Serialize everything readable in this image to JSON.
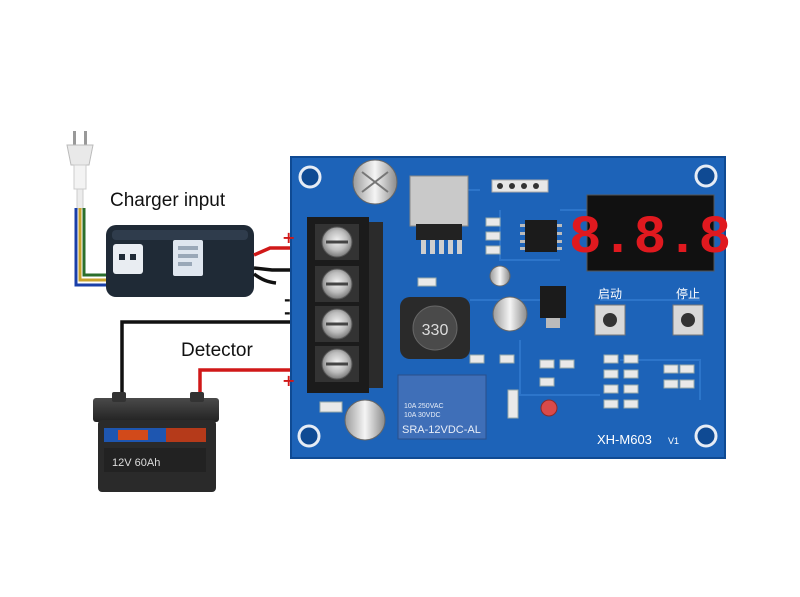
{
  "labels": {
    "charger_input": "Charger input",
    "detector": "Detector"
  },
  "board": {
    "inductor_marking": "330",
    "relay_line1": "10A 250VAC",
    "relay_line2": "10A 30VDC",
    "relay_model": "SRA-12VDC-AL",
    "model": "XH-M603",
    "version": "V1",
    "start_button_label": "启动",
    "stop_button_label": "停止",
    "display_value": "8.8.8"
  },
  "battery": {
    "label": "12V 60Ah"
  },
  "terminal_polarity": {
    "charger_positive": "+",
    "charger_negative": "-",
    "battery_negative": "-",
    "battery_positive": "+"
  },
  "colors": {
    "board": "#1d63b8",
    "board_edge": "#0f4a93",
    "display_digits": "#e0191f",
    "terminal_block": "#1b1b1b",
    "wire_red": "#d01818",
    "wire_black": "#111111",
    "wire_blue": "#1a3fa8",
    "wire_yellow": "#c9a22a",
    "charger_body": "#1f2a36"
  },
  "icons": [
    "power-plug-icon",
    "seven-segment-display-icon",
    "push-button-icon",
    "battery-icon"
  ]
}
